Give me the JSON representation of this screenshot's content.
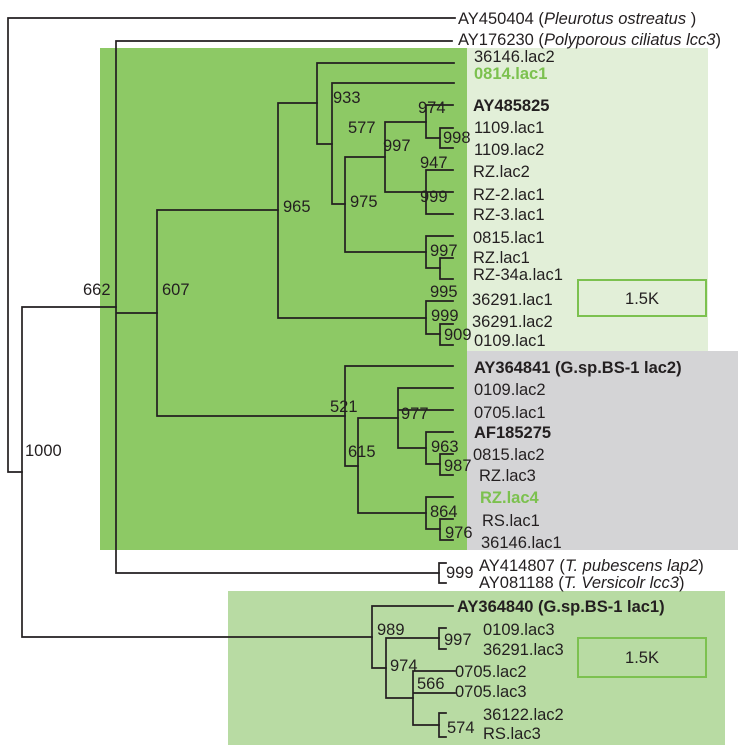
{
  "figure": {
    "kind": "phylogenetic tree (laccase genes)",
    "colors": {
      "clade_main": "#8dc965",
      "clade_subgroup_light": "#e2efd8",
      "clade_subgroup_gray": "#d4d4d6",
      "clade_lower": "#b8dba3",
      "highlight_text": "#7cc14f",
      "scale_box_border": "#7cc14f",
      "branch": "#231f20"
    },
    "leaves": [
      {
        "label": "AY450404 (",
        "italic": "Pleurotus ostreatus",
        "suffix": " )"
      },
      {
        "label": "AY176230 (",
        "italic": "Polyporous ciliatus lcc3",
        "suffix": ")"
      },
      {
        "label": "36146.lac2"
      },
      {
        "label": "0814.lac1",
        "highlight": "green-bold"
      },
      {
        "label": "AY485825",
        "highlight": "bold"
      },
      {
        "label": "1109.lac1"
      },
      {
        "label": "1109.lac2"
      },
      {
        "label": "RZ.lac2"
      },
      {
        "label": "RZ-2.lac1"
      },
      {
        "label": "RZ-3.lac1"
      },
      {
        "label": "0815.lac1"
      },
      {
        "label": "RZ.lac1"
      },
      {
        "label": "RZ-34a.lac1"
      },
      {
        "label": "36291.lac1"
      },
      {
        "label": "36291.lac2"
      },
      {
        "label": "0109.lac1"
      },
      {
        "label": "AY364841 (G.sp.BS-1 lac2)",
        "highlight": "bold"
      },
      {
        "label": "0109.lac2"
      },
      {
        "label": "0705.lac1"
      },
      {
        "label": "AF185275",
        "highlight": "bold"
      },
      {
        "label": "0815.lac2"
      },
      {
        "label": "RZ.lac3"
      },
      {
        "label": "RZ.lac4",
        "highlight": "green-bold"
      },
      {
        "label": "RS.lac1"
      },
      {
        "label": "36146.lac1"
      },
      {
        "label": "AY414807 (",
        "italic": "T. pubescens lap2",
        "suffix": ")"
      },
      {
        "label": "AY081188 (",
        "italic": "T. Versicolr lcc3",
        "suffix": ")"
      },
      {
        "label": "AY364840 (G.sp.BS-1 lac1)",
        "highlight": "bold"
      },
      {
        "label": "0109.lac3"
      },
      {
        "label": "36291.lac3"
      },
      {
        "label": "0705.lac2"
      },
      {
        "label": "0705.lac3"
      },
      {
        "label": "36122.lac2"
      },
      {
        "label": "RS.lac3"
      }
    ],
    "bootstrap": [
      "1000",
      "662",
      "607",
      "965",
      "933",
      "577",
      "975",
      "997",
      "974",
      "998",
      "947",
      "999",
      "997",
      "995",
      "999",
      "909",
      "521",
      "615",
      "977",
      "963",
      "987",
      "864",
      "976",
      "999",
      "989",
      "997",
      "974",
      "566",
      "574"
    ],
    "scale_labels": [
      "1.5K",
      "1.5K"
    ]
  }
}
